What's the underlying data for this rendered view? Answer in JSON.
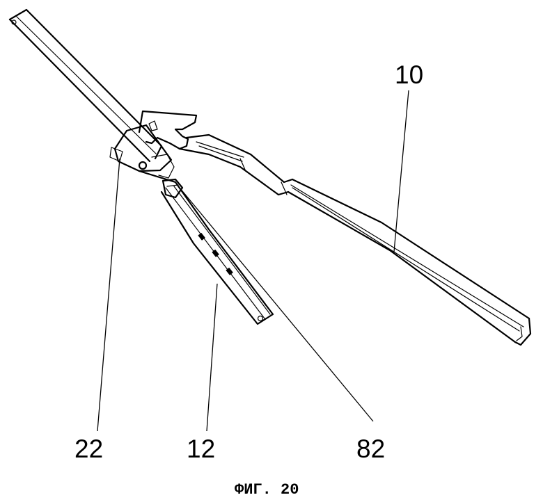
{
  "labels": {
    "ref_10": "10",
    "ref_22": "22",
    "ref_12": "12",
    "ref_82": "82"
  },
  "caption": "ФИГ. 20",
  "colors": {
    "ink": "#000000",
    "paper": "#ffffff"
  }
}
